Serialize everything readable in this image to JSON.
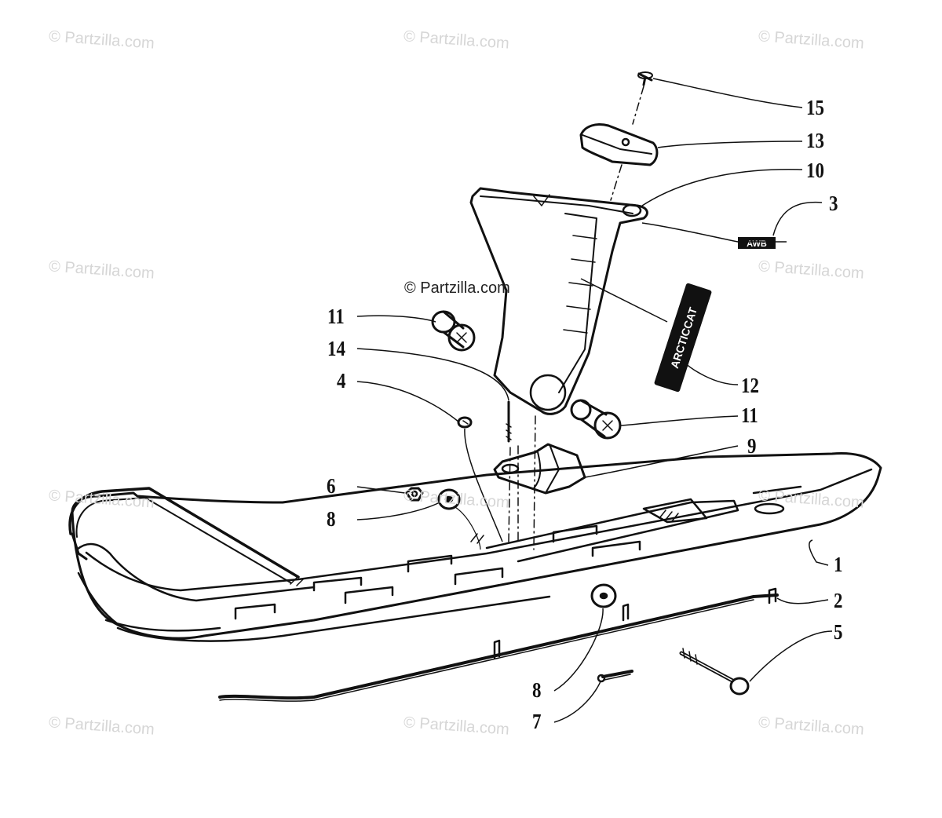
{
  "watermark": "© Partzilla.com",
  "center_watermark": "© Partzilla.com",
  "callouts": [
    {
      "number": "15"
    },
    {
      "number": "13"
    },
    {
      "number": "10"
    },
    {
      "number": "3"
    },
    {
      "number": "12"
    },
    {
      "number": "11"
    },
    {
      "number": "9"
    },
    {
      "number": "1"
    },
    {
      "number": "2"
    },
    {
      "number": "5"
    },
    {
      "number": "11"
    },
    {
      "number": "14"
    },
    {
      "number": "4"
    },
    {
      "number": "6"
    },
    {
      "number": "8"
    },
    {
      "number": "8"
    },
    {
      "number": "7"
    }
  ],
  "decals": {
    "awb": "AWB",
    "arctic_cat": "ARCTICCAT"
  }
}
